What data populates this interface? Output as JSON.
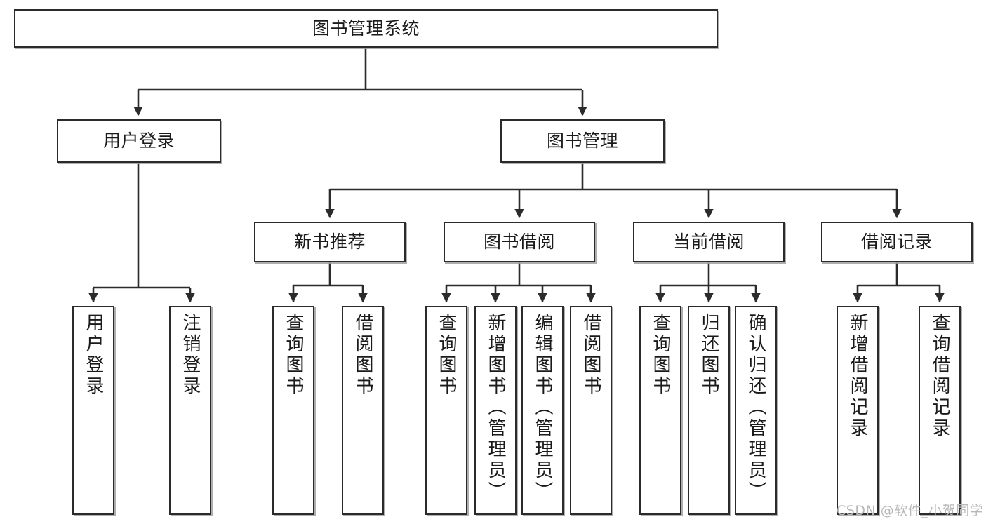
{
  "diagram": {
    "title": "图书管理系统",
    "type": "tree-hierarchy-chart",
    "orientation": "top-down",
    "colors": {
      "node_border": "#2b2b2b",
      "node_fill": "#ffffff",
      "edge": "#2b2b2b",
      "background": "#ffffff",
      "watermark": "#b9b9b9"
    }
  },
  "nodes": {
    "root": {
      "label": "图书管理系统",
      "level": 0
    },
    "level1": [
      {
        "id": "user-login",
        "label": "用户登录"
      },
      {
        "id": "book-manage",
        "label": "图书管理"
      }
    ],
    "level2": [
      {
        "id": "new-book-recommend",
        "label": "新书推荐"
      },
      {
        "id": "book-borrow",
        "label": "图书借阅"
      },
      {
        "id": "current-borrow",
        "label": "当前借阅"
      },
      {
        "id": "borrow-record",
        "label": "借阅记录"
      }
    ],
    "leaves": {
      "user-login": [
        {
          "id": "leaf-user-login",
          "label": "用户登录"
        },
        {
          "id": "leaf-logout",
          "label": "注销登录"
        }
      ],
      "new-book-recommend": [
        {
          "id": "leaf-query-book-1",
          "label": "查询图书"
        },
        {
          "id": "leaf-borrow-book-1",
          "label": "借阅图书"
        }
      ],
      "book-borrow": [
        {
          "id": "leaf-query-book-2",
          "label": "查询图书"
        },
        {
          "id": "leaf-add-book",
          "label": "新增图书（管理员）"
        },
        {
          "id": "leaf-edit-book",
          "label": "编辑图书（管理员）"
        },
        {
          "id": "leaf-borrow-book-2",
          "label": "借阅图书"
        }
      ],
      "current-borrow": [
        {
          "id": "leaf-query-book-3",
          "label": "查询图书"
        },
        {
          "id": "leaf-return-book",
          "label": "归还图书"
        },
        {
          "id": "leaf-confirm-return",
          "label": "确认归还（管理员）"
        }
      ],
      "borrow-record": [
        {
          "id": "leaf-add-record",
          "label": "新增借阅记录"
        },
        {
          "id": "leaf-query-record",
          "label": "查询借阅记录"
        }
      ]
    }
  },
  "watermark": {
    "text": "CSDN @软件_小贺同学"
  }
}
